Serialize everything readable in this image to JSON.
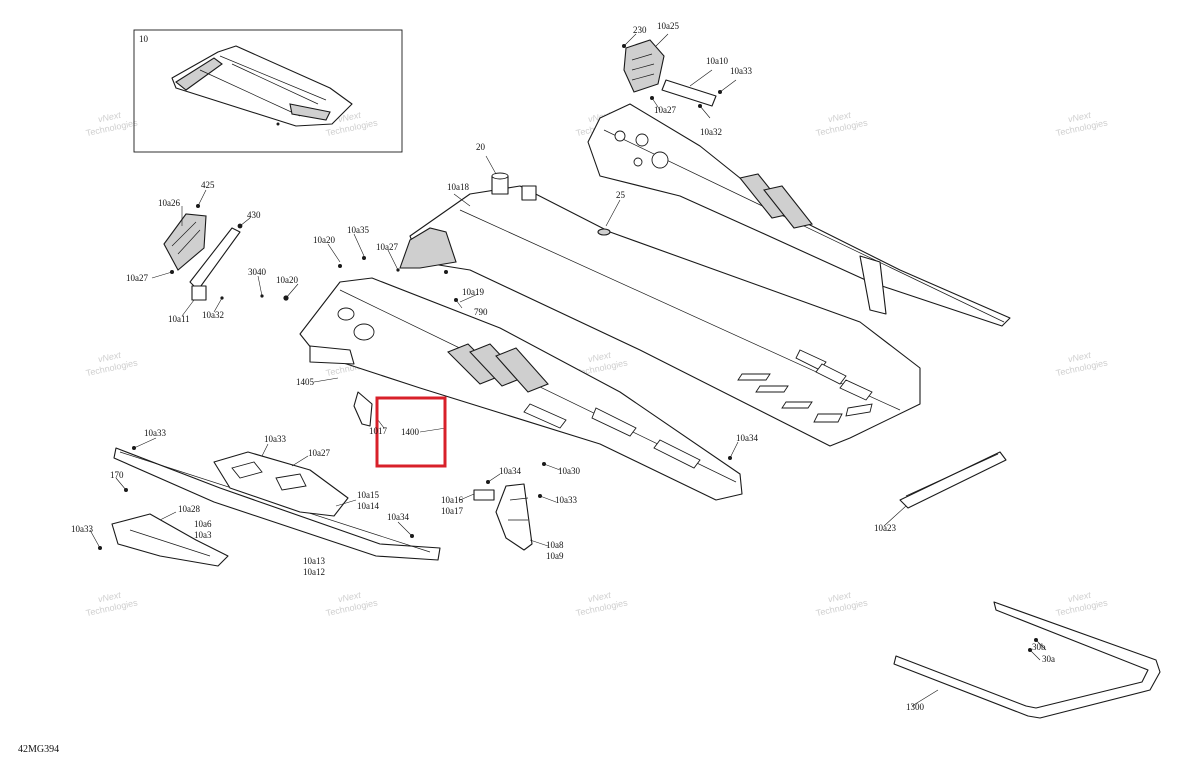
{
  "diagram": {
    "doc_code": "42MG394",
    "inset_label": "10",
    "highlight_color": "#d8202a",
    "watermark": {
      "line1": "vNext",
      "line2": "Technologies"
    },
    "callouts": [
      "230",
      "10a25",
      "10a10",
      "10a33",
      "10a27",
      "10a32",
      "20",
      "10a18",
      "25",
      "425",
      "10a26",
      "430",
      "10a27",
      "3040",
      "10a11",
      "10a32",
      "10a20",
      "10a35",
      "10a27",
      "10a20",
      "10a19",
      "790",
      "1405",
      "1017",
      "1400",
      "10a34",
      "10a30",
      "10a33",
      "10a33",
      "10a27",
      "170",
      "10a28",
      "10a6",
      "10a3",
      "10a33",
      "10a15",
      "10a14",
      "10a34",
      "10a13",
      "10a12",
      "10a34",
      "10a16",
      "10a17",
      "10a33",
      "10a8",
      "10a9",
      "10a23",
      "30b",
      "30a",
      "1300"
    ]
  }
}
